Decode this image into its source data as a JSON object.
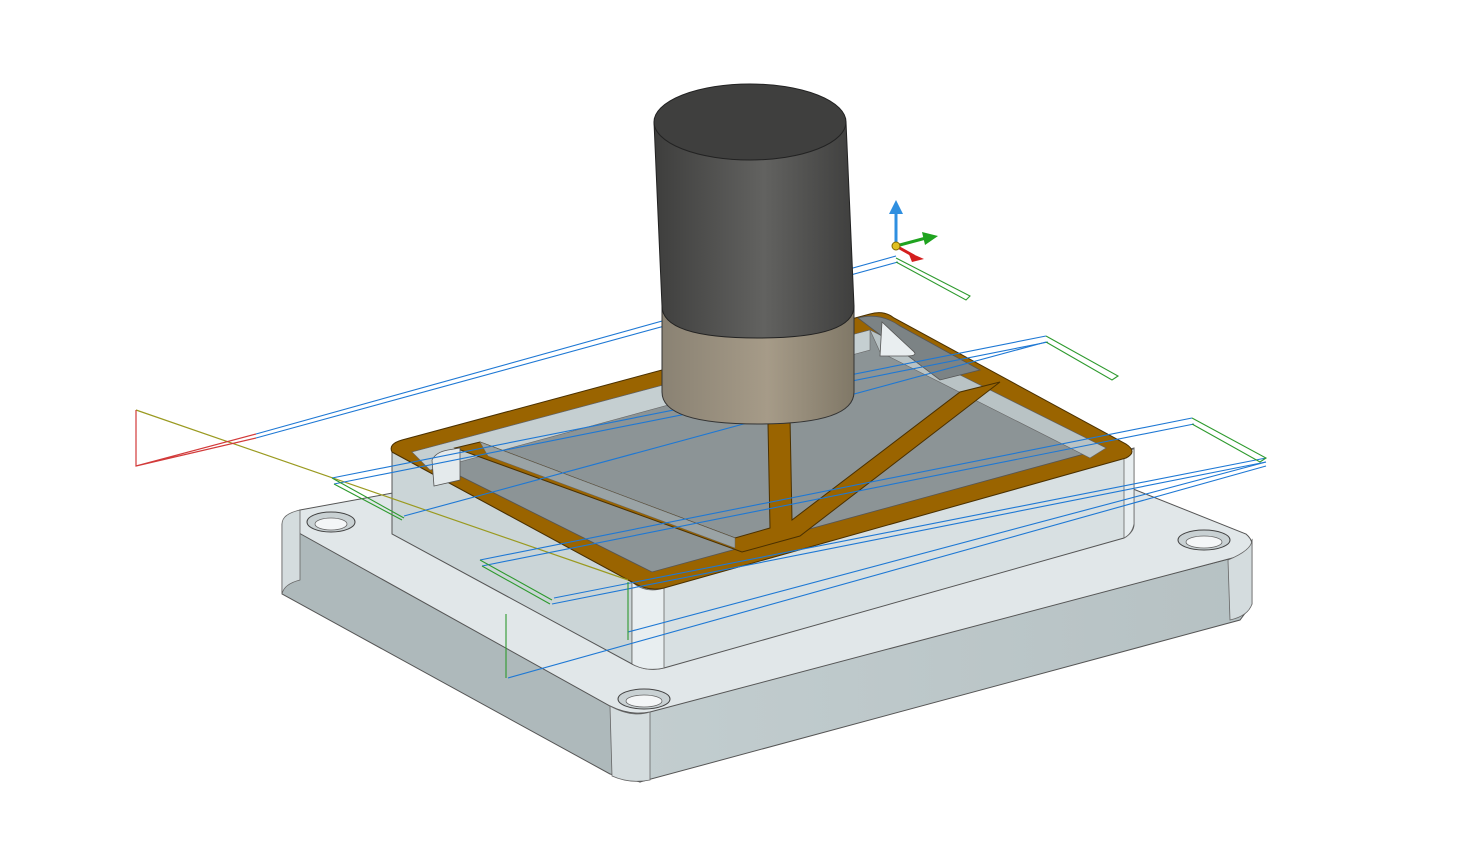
{
  "viewport": {
    "background": "#ffffff",
    "objects": [
      "workpiece",
      "cutting-tool",
      "toolpath",
      "triad"
    ]
  },
  "colors": {
    "part_face": "#e2e8ea",
    "part_wall": "#bcc7c9",
    "part_floor": "#8a9294",
    "machined_top": "#9a6400",
    "tool_holder": "#4b4b4a",
    "tool_cutter": "#9b9080",
    "toolpath_cut": "#1e78d4",
    "toolpath_link": "#2e9a2e",
    "toolpath_lead": "#d23a3a",
    "toolpath_rapid": "#9a9a20",
    "axis_x": "#d41e1e",
    "axis_y": "#1fa31f",
    "axis_z": "#2f8fe0"
  }
}
